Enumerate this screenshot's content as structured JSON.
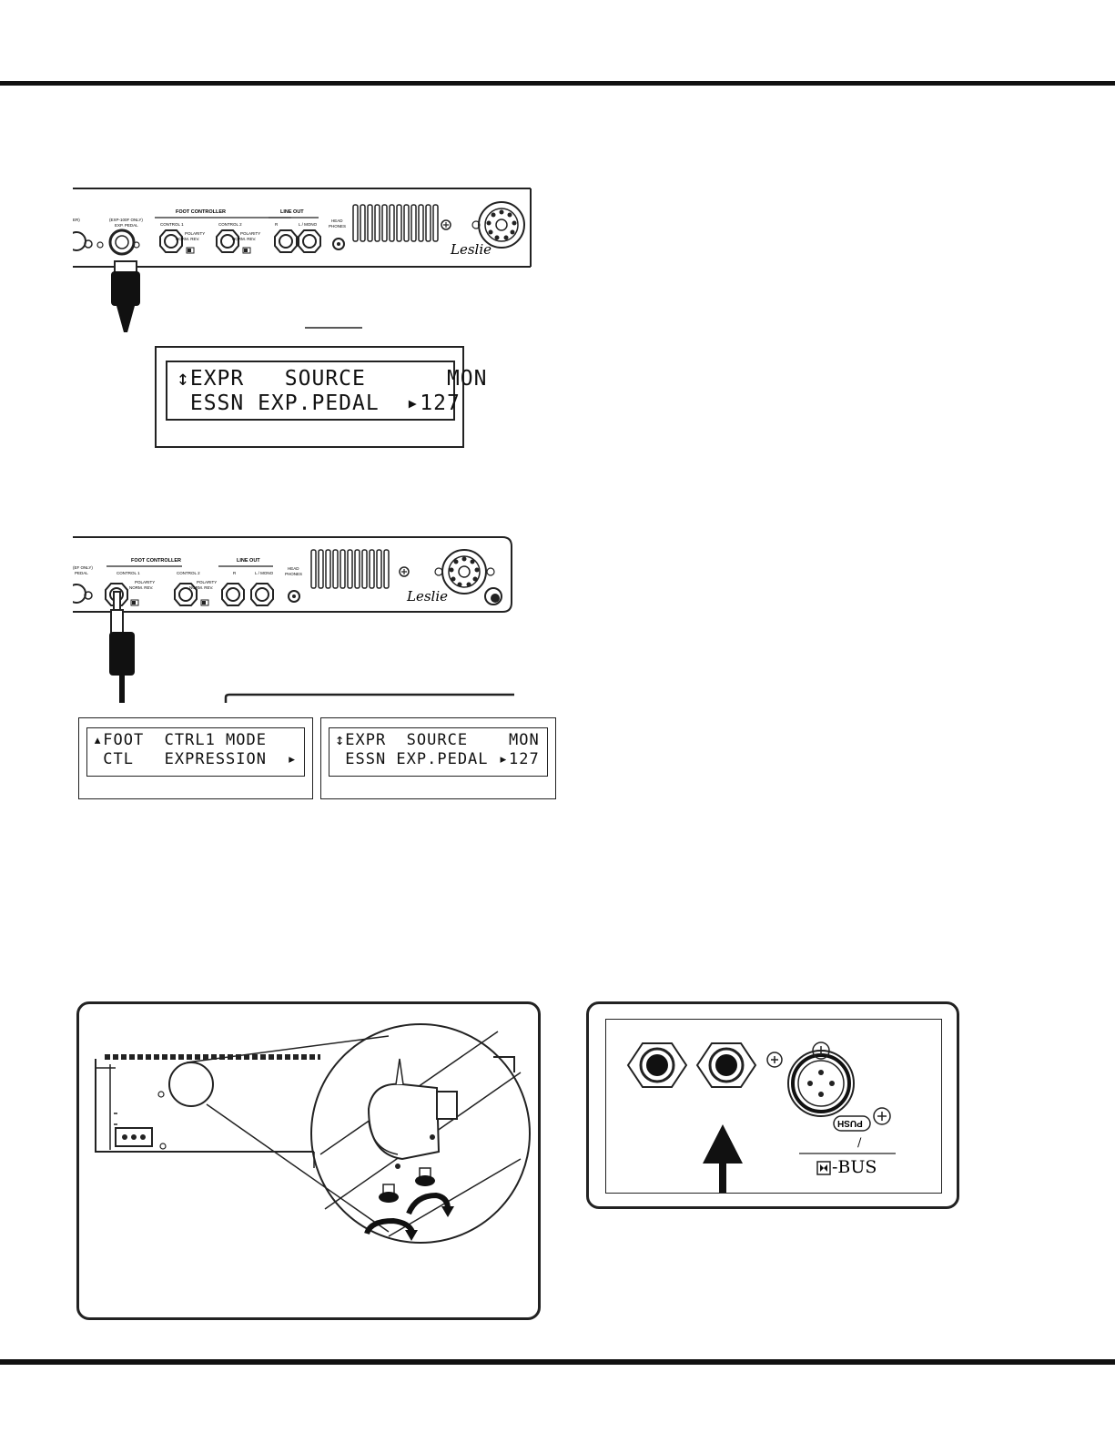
{
  "panel1": {
    "labels": {
      "expr_pedal_top": "(EXP-100F ONLY)",
      "expr_pedal_bottom": "EXP. PEDAL",
      "foot_controller": "FOOT CONTROLLER",
      "control1": "CONTROL 1",
      "control2": "CONTROL 2",
      "polarity": "POLARITY",
      "norm_rev": "NORM. REV.",
      "line_out": "LINE OUT",
      "r": "R",
      "l_mono": "L / MONO",
      "headphones_top": "HEAD",
      "headphones_bottom": "PHONES",
      "er": "ER)",
      "leslie": "Leslie"
    }
  },
  "panel2": {
    "labels": {
      "expr_pedal_top": "(EF ONLY)",
      "expr_pedal_bottom": "PEDAL",
      "foot_controller": "FOOT CONTROLLER",
      "control1": "CONTROL 1",
      "control2": "CONTROL 2",
      "polarity": "POLARITY",
      "norm_rev": "NORM. REV.",
      "line_out": "LINE OUT",
      "r": "R",
      "l_mono": "L / MONO",
      "headphones_top": "HEAD",
      "headphones_bottom": "PHONES",
      "leslie": "Leslie"
    }
  },
  "lcd_expr_large": {
    "line1": "↕EXPR   SOURCE      MON",
    "line2": " ESSN EXP.PEDAL  ▸127"
  },
  "lcd_foot_ctrl": {
    "line1": "▴FOOT  CTRL1 MODE",
    "line2": " CTL   EXPRESSION  ▸"
  },
  "lcd_expr_small": {
    "line1": "↕EXPR  SOURCE    MON",
    "line2": " ESSN EXP.PEDAL ▸127"
  },
  "bus_panel": {
    "push_label": "PUSH",
    "slash": "/",
    "bus_label": "-BUS"
  }
}
